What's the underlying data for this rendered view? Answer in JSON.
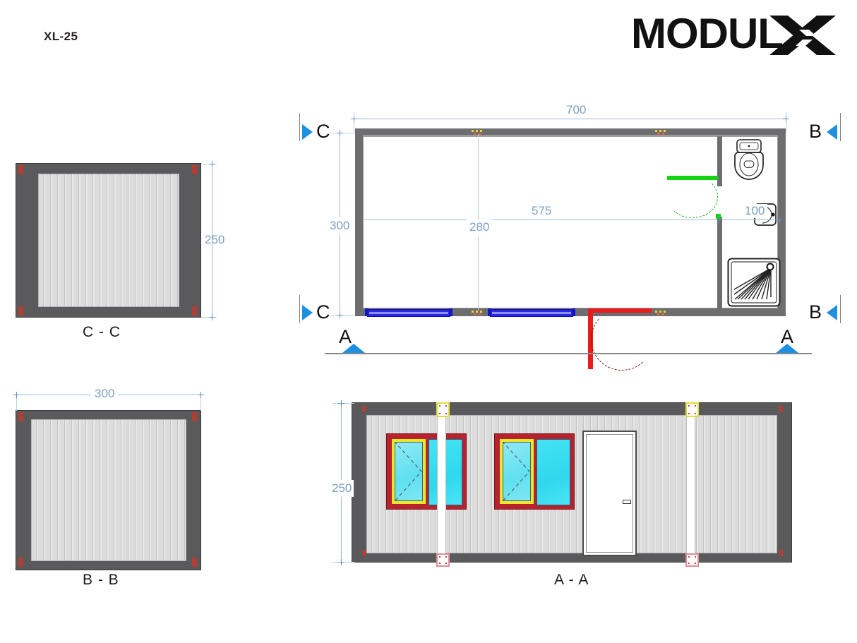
{
  "document": {
    "title": "XL-25",
    "brand": {
      "name": "MODULX",
      "word": "MODUL",
      "mark": "X"
    },
    "background_color": "#ffffff",
    "dimension_color": "#7ba0c0",
    "accent_blue": "#1e90e0",
    "frame_color": "#5a5a5c",
    "panel_color": "#dcdcdc",
    "door_red": "#e81c1c",
    "door_green": "#12d412",
    "window_blue": "#2a2ae0",
    "glass_cyan": "#43e3f3",
    "sash_yellow": "#e9e92a",
    "window_frame_red": "#b4232e"
  },
  "views": {
    "floor_plan": {
      "name": "floor-plan",
      "dimensions": {
        "overall_length": "700",
        "overall_width": "300",
        "window_offset": "280",
        "room_length": "575",
        "bathroom_width": "100"
      },
      "section_markers": [
        {
          "letter": "C",
          "position": "top-left",
          "direction": "right"
        },
        {
          "letter": "C",
          "position": "bottom-left",
          "direction": "right"
        },
        {
          "letter": "B",
          "position": "top-right",
          "direction": "left"
        },
        {
          "letter": "B",
          "position": "bottom-right",
          "direction": "left"
        },
        {
          "letter": "A",
          "position": "bottom-left-below",
          "direction": "up"
        },
        {
          "letter": "A",
          "position": "bottom-right-below",
          "direction": "up"
        }
      ],
      "fixtures": [
        {
          "name": "toilet",
          "label": "toilet"
        },
        {
          "name": "sink",
          "label": "sink"
        },
        {
          "name": "shower-tray",
          "label": "shower"
        }
      ],
      "openings": [
        {
          "name": "entrance-door",
          "color": "red"
        },
        {
          "name": "bathroom-door",
          "color": "green"
        },
        {
          "name": "window-left",
          "color": "blue"
        },
        {
          "name": "window-right",
          "color": "blue"
        }
      ]
    },
    "section_cc": {
      "name": "section-c-c",
      "label": "C - C",
      "dimensions": {
        "height": "250"
      }
    },
    "section_bb": {
      "name": "section-b-b",
      "label": "B - B",
      "dimensions": {
        "width": "300"
      }
    },
    "section_aa": {
      "name": "section-a-a",
      "label": "A - A",
      "dimensions": {
        "height": "250"
      },
      "elements": [
        {
          "name": "window-left",
          "type": "window"
        },
        {
          "name": "window-right",
          "type": "window"
        },
        {
          "name": "entrance-door",
          "type": "door"
        },
        {
          "name": "corner-post-left",
          "type": "post"
        },
        {
          "name": "joint-post-middle",
          "type": "post"
        },
        {
          "name": "joint-post-right",
          "type": "post"
        }
      ]
    }
  }
}
